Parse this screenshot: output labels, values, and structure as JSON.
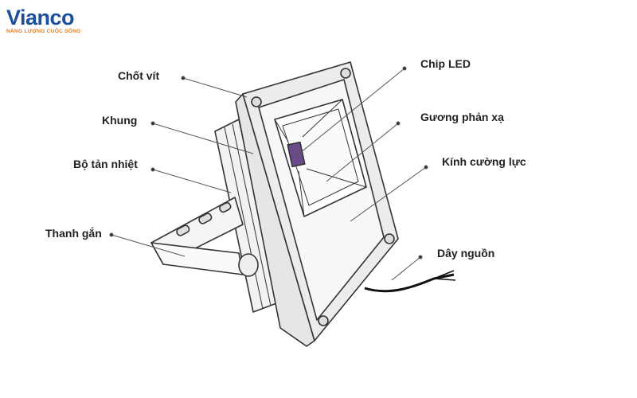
{
  "logo": {
    "name": "Vianco",
    "tagline": "NĂNG LƯỢNG CUỘC SỐNG"
  },
  "labels": {
    "chot_vit": "Chốt vít",
    "khung": "Khung",
    "bo_tan_nhiet": "Bộ tản nhiệt",
    "thanh_gan": "Thanh gắn",
    "chip_led": "Chip LED",
    "guong_phan_xa": "Gương phản xạ",
    "kinh_cuong_luc": "Kính cường lực",
    "day_nguon": "Dây nguồn"
  },
  "colors": {
    "brand_blue": "#1d4f9c",
    "brand_orange": "#e07a1c",
    "chip": "#6b4a8a"
  }
}
